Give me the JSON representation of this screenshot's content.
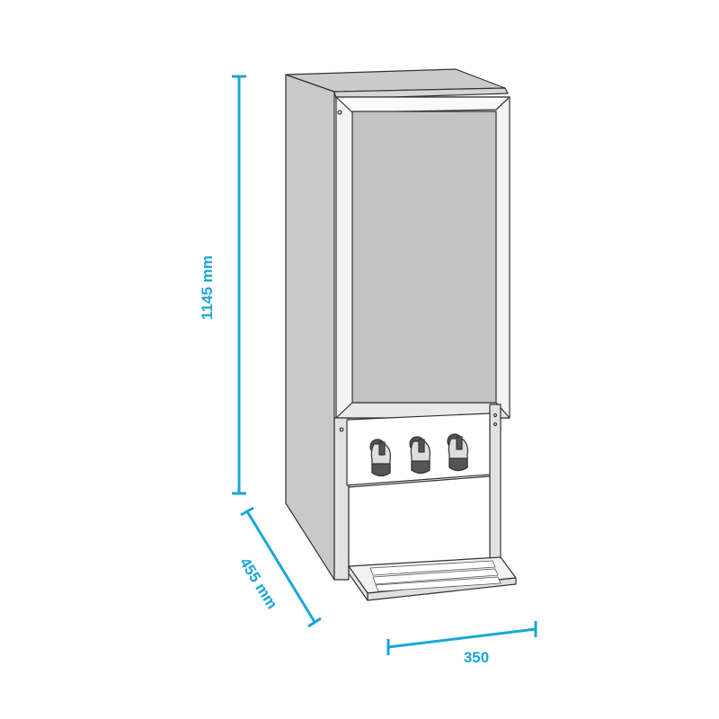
{
  "dimensions": {
    "height_label": "1145 mm",
    "depth_label": "455 mm",
    "width_label": "350"
  },
  "product": {
    "tap_count": 3
  },
  "colors": {
    "dimension": "#1aa6d6",
    "body": "#c9c9c9",
    "panel": "#c4c4c4",
    "outline": "#333333",
    "tap": "#555555"
  }
}
